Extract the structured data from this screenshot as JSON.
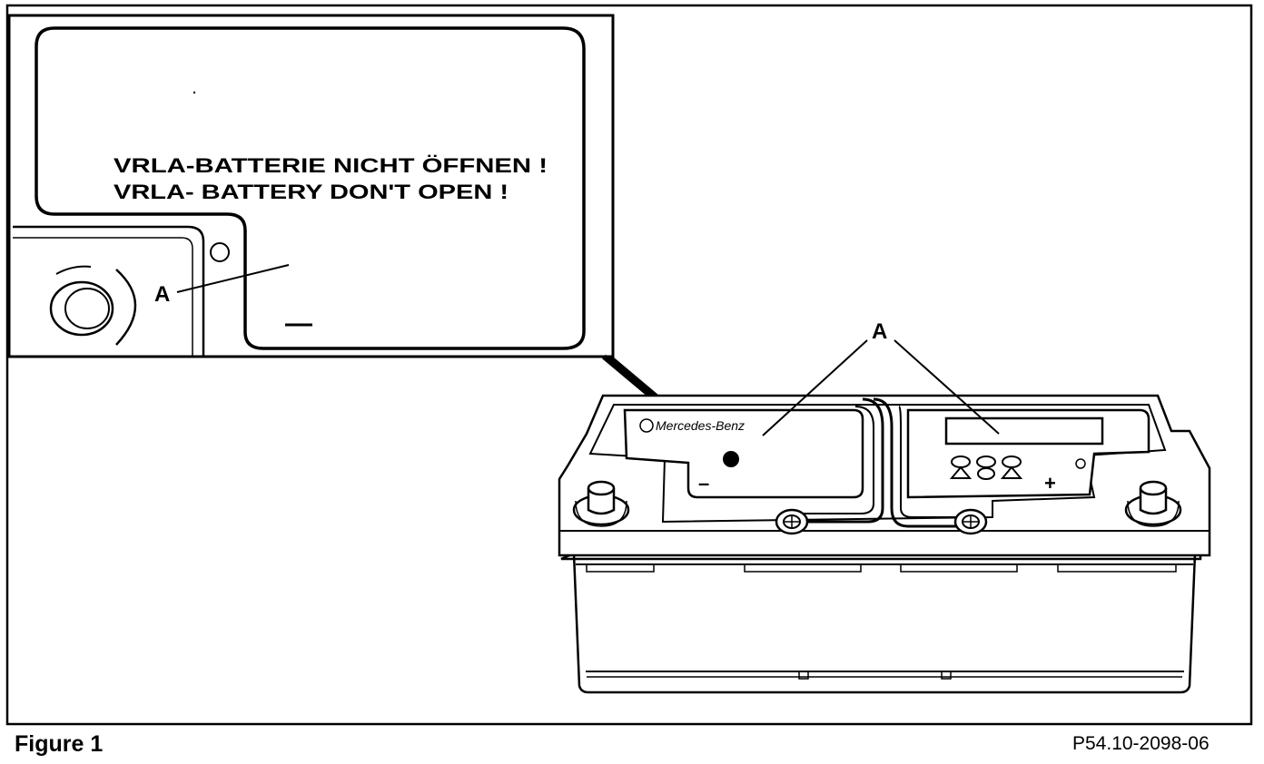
{
  "figure": {
    "caption": "Figure 1",
    "reference": "P54.10-2098-06"
  },
  "callout": {
    "warning_de": "VRLA-BATTERIE NICHT ÖFFNEN !",
    "warning_en": "VRLA- BATTERY DON'T OPEN !",
    "label": "A",
    "terminal_minus": "—"
  },
  "battery": {
    "label": "A",
    "brand": "Mercedes-Benz",
    "terminal_minus": "–",
    "terminal_plus": "+"
  }
}
